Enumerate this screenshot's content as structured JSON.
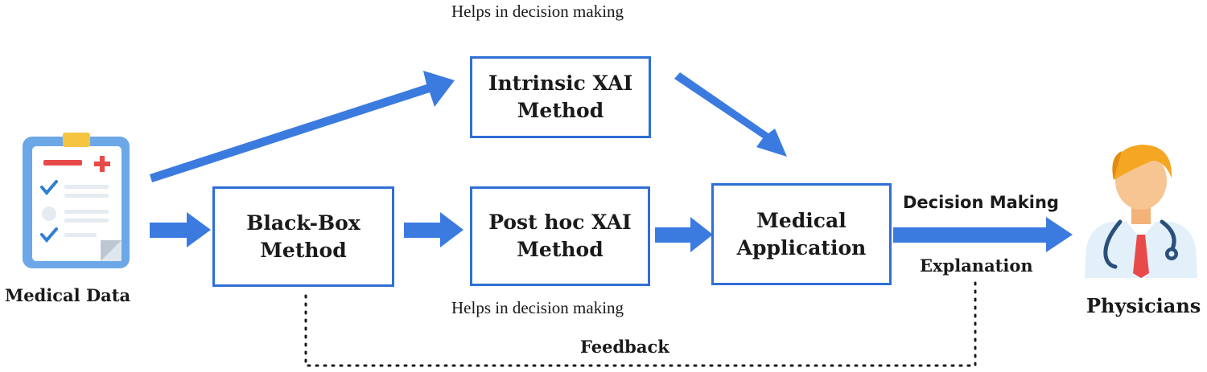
{
  "inputs": {
    "medical_data": "Medical Data"
  },
  "boxes": {
    "intrinsic": "Intrinsic XAI\nMethod",
    "black_box": "Black-Box\nMethod",
    "post_hoc": "Post hoc XAI\nMethod",
    "medical_app": "Medical\nApplication"
  },
  "notes": {
    "top": "Helps in decision making",
    "bottom": "Helps in decision making"
  },
  "edge_labels": {
    "decision_making": "Decision Making",
    "explanation": "Explanation",
    "feedback": "Feedback"
  },
  "outputs": {
    "physicians": "Physicians"
  },
  "colors": {
    "arrow": "#3b7be0",
    "box_border": "#2f6fd6",
    "clipboard": "#6ca8e8",
    "paper": "#ffffff",
    "clip": "#f5c542",
    "red": "#e84a4a",
    "check": "#2f7fd6"
  },
  "icons": {
    "medical_data": "clipboard-icon",
    "physicians": "doctor-icon"
  }
}
